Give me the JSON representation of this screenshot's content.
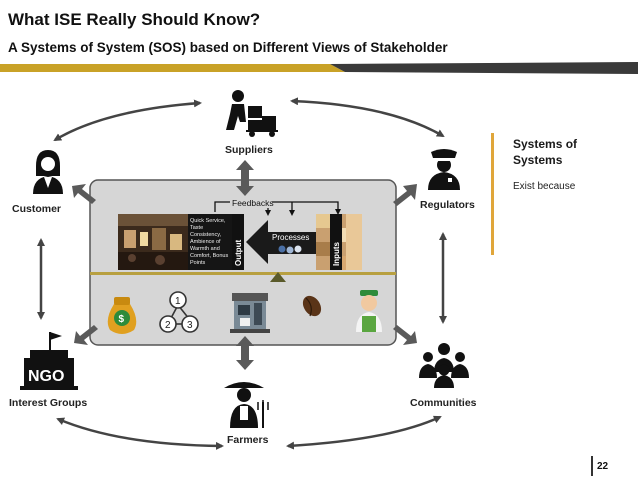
{
  "slide": {
    "title": "What ISE Really Should Know?",
    "subtitle": "A Systems of System (SOS) based on Different Views of Stakeholder",
    "page_number": "22"
  },
  "stakeholders": {
    "suppliers": "Suppliers",
    "customer": "Customer",
    "regulators": "Regulators",
    "interest_groups": "Interest Groups",
    "communities": "Communities",
    "farmers": "Farmers"
  },
  "center": {
    "feedbacks": "Feedbacks",
    "output": "Output",
    "processes": "Processes",
    "inputs": "Inputs",
    "output_text_lines": [
      "Quick Service,",
      "Taste",
      "Consistency,",
      "Ambience of",
      "Warmth and",
      "Comfort, Bonus",
      "Points"
    ],
    "ngo_label": "NGO"
  },
  "sidebar": {
    "heading": "Systems of Systems",
    "note": "Exist because"
  },
  "colors": {
    "accent_gold": "#e0a63a",
    "band_dark": "#3a3a3a",
    "panel_fill": "#d6d6d6",
    "arrow_gray": "#555555"
  }
}
